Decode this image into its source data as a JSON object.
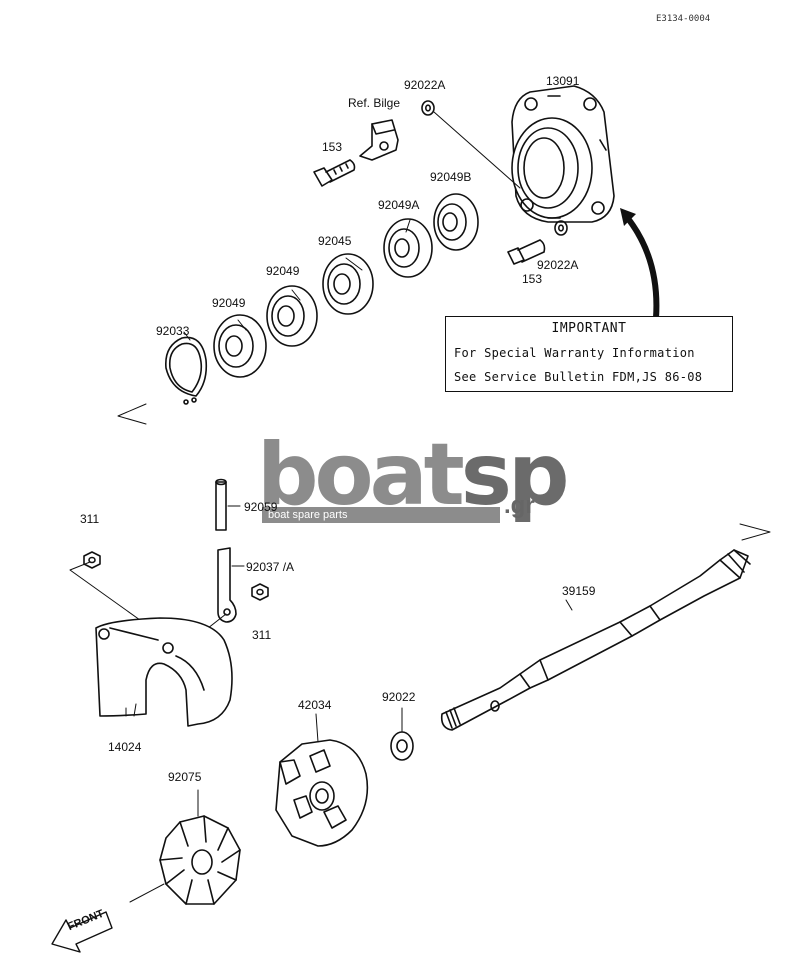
{
  "drawing_code": "E3134-0004",
  "labels": {
    "ref_bilge": "Ref. Bilge",
    "p92022A_top": "92022A",
    "p13091": "13091",
    "p153_top": "153",
    "p92049B": "92049B",
    "p92049A": "92049A",
    "p92045": "92045",
    "p92049_a": "92049",
    "p92049_b": "92049",
    "p92033": "92033",
    "p92022A_bottom": "92022A",
    "p153_bottom": "153",
    "p92059": "92059",
    "p311_left": "311",
    "p92037": "92037 /A",
    "p311_right": "311",
    "p39159": "39159",
    "p14024": "14024",
    "p42034": "42034",
    "p92022": "92022",
    "p92075": "92075"
  },
  "notice": {
    "title": "IMPORTANT",
    "line1": "For Special Warranty Information",
    "line2": "See Service Bulletin FDM,JS 86-08"
  },
  "watermark": {
    "word_a": "boat",
    "word_b": "sp",
    "tld": ".gr",
    "tagline": "boat spare parts"
  },
  "front_arrow_label": "FRONT"
}
